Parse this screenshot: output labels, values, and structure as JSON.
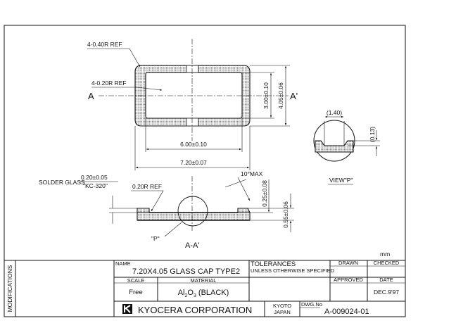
{
  "drawing": {
    "callouts": {
      "outer_radius": "4-0.40R REF",
      "inner_radius": "4-0.20R REF",
      "section_left": "A",
      "section_right": "A'",
      "dim_height_inner": "3.00±0.10",
      "dim_height_outer": "4.05±0.06",
      "dim_width_inner": "6.00±0.10",
      "dim_width_outer": "7.20±0.07",
      "solder_glass_label": "SOLDER GLASS",
      "solder_glass_value": "0.20±0.05",
      "solder_glass_material": "\"KC-320\"",
      "section_radius": "0.20R REF",
      "draft_angle": "10°MAX",
      "dim_depth": "0.25±0.08",
      "dim_thickness": "0.55±0.06",
      "detail_ref": "\"P\"",
      "section_label": "A-A'",
      "view_width": "(1.40)",
      "view_height": "(0.13)",
      "view_label": "VIEW\"P\""
    }
  },
  "title_block": {
    "units": "mm",
    "modifications": "MODIFICATIONS",
    "name_label": "NAME",
    "name_value": "7.20X4.05 GLASS CAP TYPE2",
    "tolerances_label": "TOLERANCES",
    "tolerances_value": "UNLESS OTHERWISE SPECIFIED",
    "drawn_label": "DRAWN",
    "checked_label": "CHECKED",
    "scale_label": "SCALE",
    "scale_value": "Free",
    "material_label": "MATERIAL",
    "material_base": "Al",
    "material_sub1": "2",
    "material_mid": "O",
    "material_sub2": "3",
    "material_rest": " (BLACK)",
    "approved_label": "APPROVED",
    "date_label": "DATE",
    "date_value": "DEC.9'97",
    "company": "KYOCERA CORPORATION",
    "location_city": "KYOTO",
    "location_country": "JAPAN",
    "dwg_label": "DWG.No",
    "dwg_value": "A-009024-01"
  }
}
